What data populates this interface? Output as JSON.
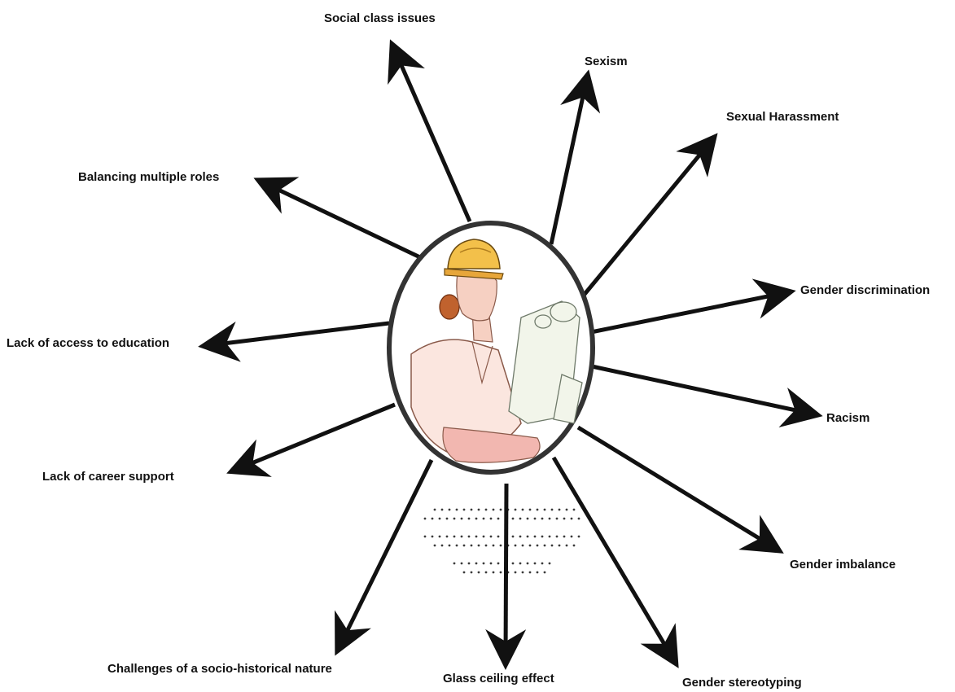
{
  "diagram": {
    "center_icon": "woman-with-hardhat-and-blueprints-icon",
    "colors": {
      "arrow": "#111111",
      "ellipse_stroke": "#333333",
      "hardhat": "#f3c04a",
      "skin": "#f6d0c2",
      "text": "#111111"
    },
    "labels": [
      {
        "id": "social-class-issues",
        "text": "Social class issues"
      },
      {
        "id": "sexism",
        "text": "Sexism"
      },
      {
        "id": "sexual-harassment",
        "text": "Sexual Harassment"
      },
      {
        "id": "gender-discrimination",
        "text": "Gender discrimination"
      },
      {
        "id": "racism",
        "text": "Racism"
      },
      {
        "id": "gender-imbalance",
        "text": "Gender imbalance"
      },
      {
        "id": "gender-stereotyping",
        "text": "Gender stereotyping"
      },
      {
        "id": "glass-ceiling-effect",
        "text": "Glass ceiling effect"
      },
      {
        "id": "challenges-socio-historical",
        "text": "Challenges of a socio-historical nature"
      },
      {
        "id": "lack-of-career-support",
        "text": "Lack of career support"
      },
      {
        "id": "lack-of-access-to-education",
        "text": "Lack of access to education"
      },
      {
        "id": "balancing-multiple-roles",
        "text": "Balancing multiple roles"
      }
    ]
  }
}
